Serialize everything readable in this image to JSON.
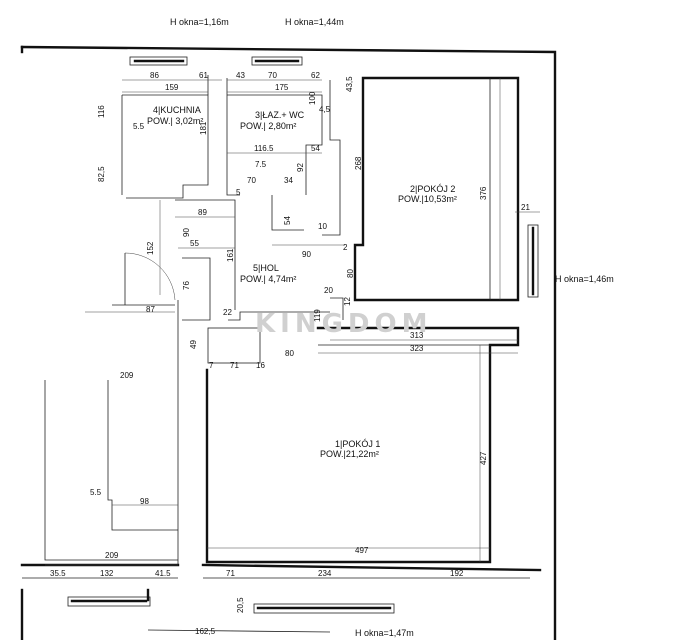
{
  "rooms": {
    "kuchnia": {
      "name": "4|KUCHNIA",
      "area": "POW.| 3,02m²"
    },
    "lazienka": {
      "name": "3|ŁAZ.+ WC",
      "area": "POW.| 2,80m²"
    },
    "pokoj2": {
      "name": "2|POKÓJ 2",
      "area": "POW.|10,53m²"
    },
    "hol": {
      "name": "5|HOL",
      "area": "POW.| 4,74m²"
    },
    "pokoj1": {
      "name": "1|POKÓJ 1",
      "area": "POW.|21,22m²"
    }
  },
  "windows": {
    "w1": "H okna=1,16m",
    "w2": "H okna=1,44m",
    "w3": "H okna=1,46m",
    "w4": "H okna=1,47m"
  },
  "watermark": "KINGDOM",
  "dims": {
    "d86": "86",
    "d61": "61",
    "d43": "43",
    "d70a": "70",
    "d62": "62",
    "d159": "159",
    "d175": "175",
    "d43_5": "43,5",
    "d116": "116",
    "d100": "100",
    "d4_5": "4,5",
    "d5_5a": "5.5",
    "d181": "181",
    "d116_5": "116.5",
    "d54a": "54",
    "d82_5": "82,5",
    "d268": "268",
    "d7_5": "7.5",
    "d92": "92",
    "d70b": "70",
    "d34": "34",
    "d5": "5",
    "d376": "376",
    "d21": "21",
    "d89": "89",
    "d90a": "90",
    "d54b": "54",
    "d10": "10",
    "d55": "55",
    "d161": "161",
    "d152": "152",
    "d90b": "90",
    "d2": "2",
    "d80a": "80",
    "d76": "76",
    "d20": "20",
    "d87": "87",
    "d22": "22",
    "d119": "119",
    "d12": "12",
    "d313": "313",
    "d49": "49",
    "d80b": "80",
    "d323": "323",
    "d7": "7",
    "d71a": "71",
    "d16": "16",
    "d209a": "209",
    "d427": "427",
    "d5_5b": "5.5",
    "d98": "98",
    "d209b": "209",
    "d497": "497",
    "d35_5": "35.5",
    "d132": "132",
    "d41_5": "41.5",
    "d71b": "71",
    "d234": "234",
    "d192": "192",
    "d20_5": "20,5",
    "d162_5": "162,5"
  }
}
